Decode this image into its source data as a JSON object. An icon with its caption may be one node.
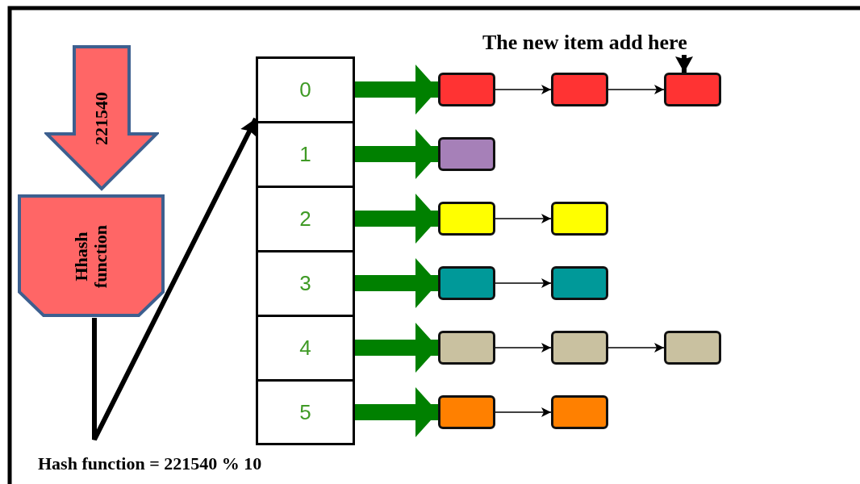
{
  "diagram": {
    "nodes": [
      {
        "text": [
          "221540"
        ]
      },
      {
        "text": [
          "Hhash function"
        ]
      },
      {
        "text": [
          "The new item add here"
        ]
      },
      {
        "text": [
          "0"
        ]
      },
      {
        "text": [
          "1"
        ]
      },
      {
        "text": [
          "2"
        ]
      },
      {
        "text": [
          "3"
        ]
      },
      {
        "text": [
          "4"
        ]
      },
      {
        "text": [
          "5"
        ]
      },
      {
        "text": [],
        "shape": "box"
      },
      {
        "text": [],
        "shape": "box"
      },
      {
        "text": [],
        "shape": "box"
      },
      {
        "text": [],
        "shape": "box"
      },
      {
        "text": [],
        "shape": "box"
      },
      {
        "text": [],
        "shape": "box"
      },
      {
        "text": [],
        "shape": "box"
      },
      {
        "text": [],
        "shape": "box"
      },
      {
        "text": [],
        "shape": "box"
      },
      {
        "text": [],
        "shape": "box"
      },
      {
        "text": [],
        "shape": "box"
      },
      {
        "text": [],
        "shape": "box"
      },
      {
        "text": [],
        "shape": "box"
      }
    ],
    "edges": [
      {
        "from": 1,
        "to": 3,
        "arrow": "to"
      },
      {
        "from": 2,
        "to": 11,
        "arrow": "to"
      },
      {
        "from": 3,
        "to": 9,
        "arrow": "to",
        "style": "thick",
        "color": "#008000"
      },
      {
        "from": 9,
        "to": 10,
        "arrow": "to"
      },
      {
        "from": 10,
        "to": 11,
        "arrow": "to"
      },
      {
        "from": 4,
        "to": 12,
        "arrow": "to",
        "style": "thick",
        "color": "#008000"
      },
      {
        "from": 5,
        "to": 13,
        "arrow": "to",
        "style": "thick",
        "color": "#008000"
      },
      {
        "from": 13,
        "to": 14,
        "arrow": "to"
      },
      {
        "from": 6,
        "to": 15,
        "arrow": "to",
        "style": "thick",
        "color": "#008000"
      },
      {
        "from": 15,
        "to": 16,
        "arrow": "to"
      },
      {
        "from": 7,
        "to": 17,
        "arrow": "to",
        "style": "thick",
        "color": "#008000"
      },
      {
        "from": 17,
        "to": 18,
        "arrow": "to"
      },
      {
        "from": 18,
        "to": 19,
        "arrow": "to"
      },
      {
        "from": 8,
        "to": 20,
        "arrow": "to",
        "style": "thick",
        "color": "#008000"
      },
      {
        "from": 20,
        "to": 21,
        "arrow": "to"
      }
    ],
    "labels": [
      "Hash function = 221540 % 10"
    ]
  }
}
